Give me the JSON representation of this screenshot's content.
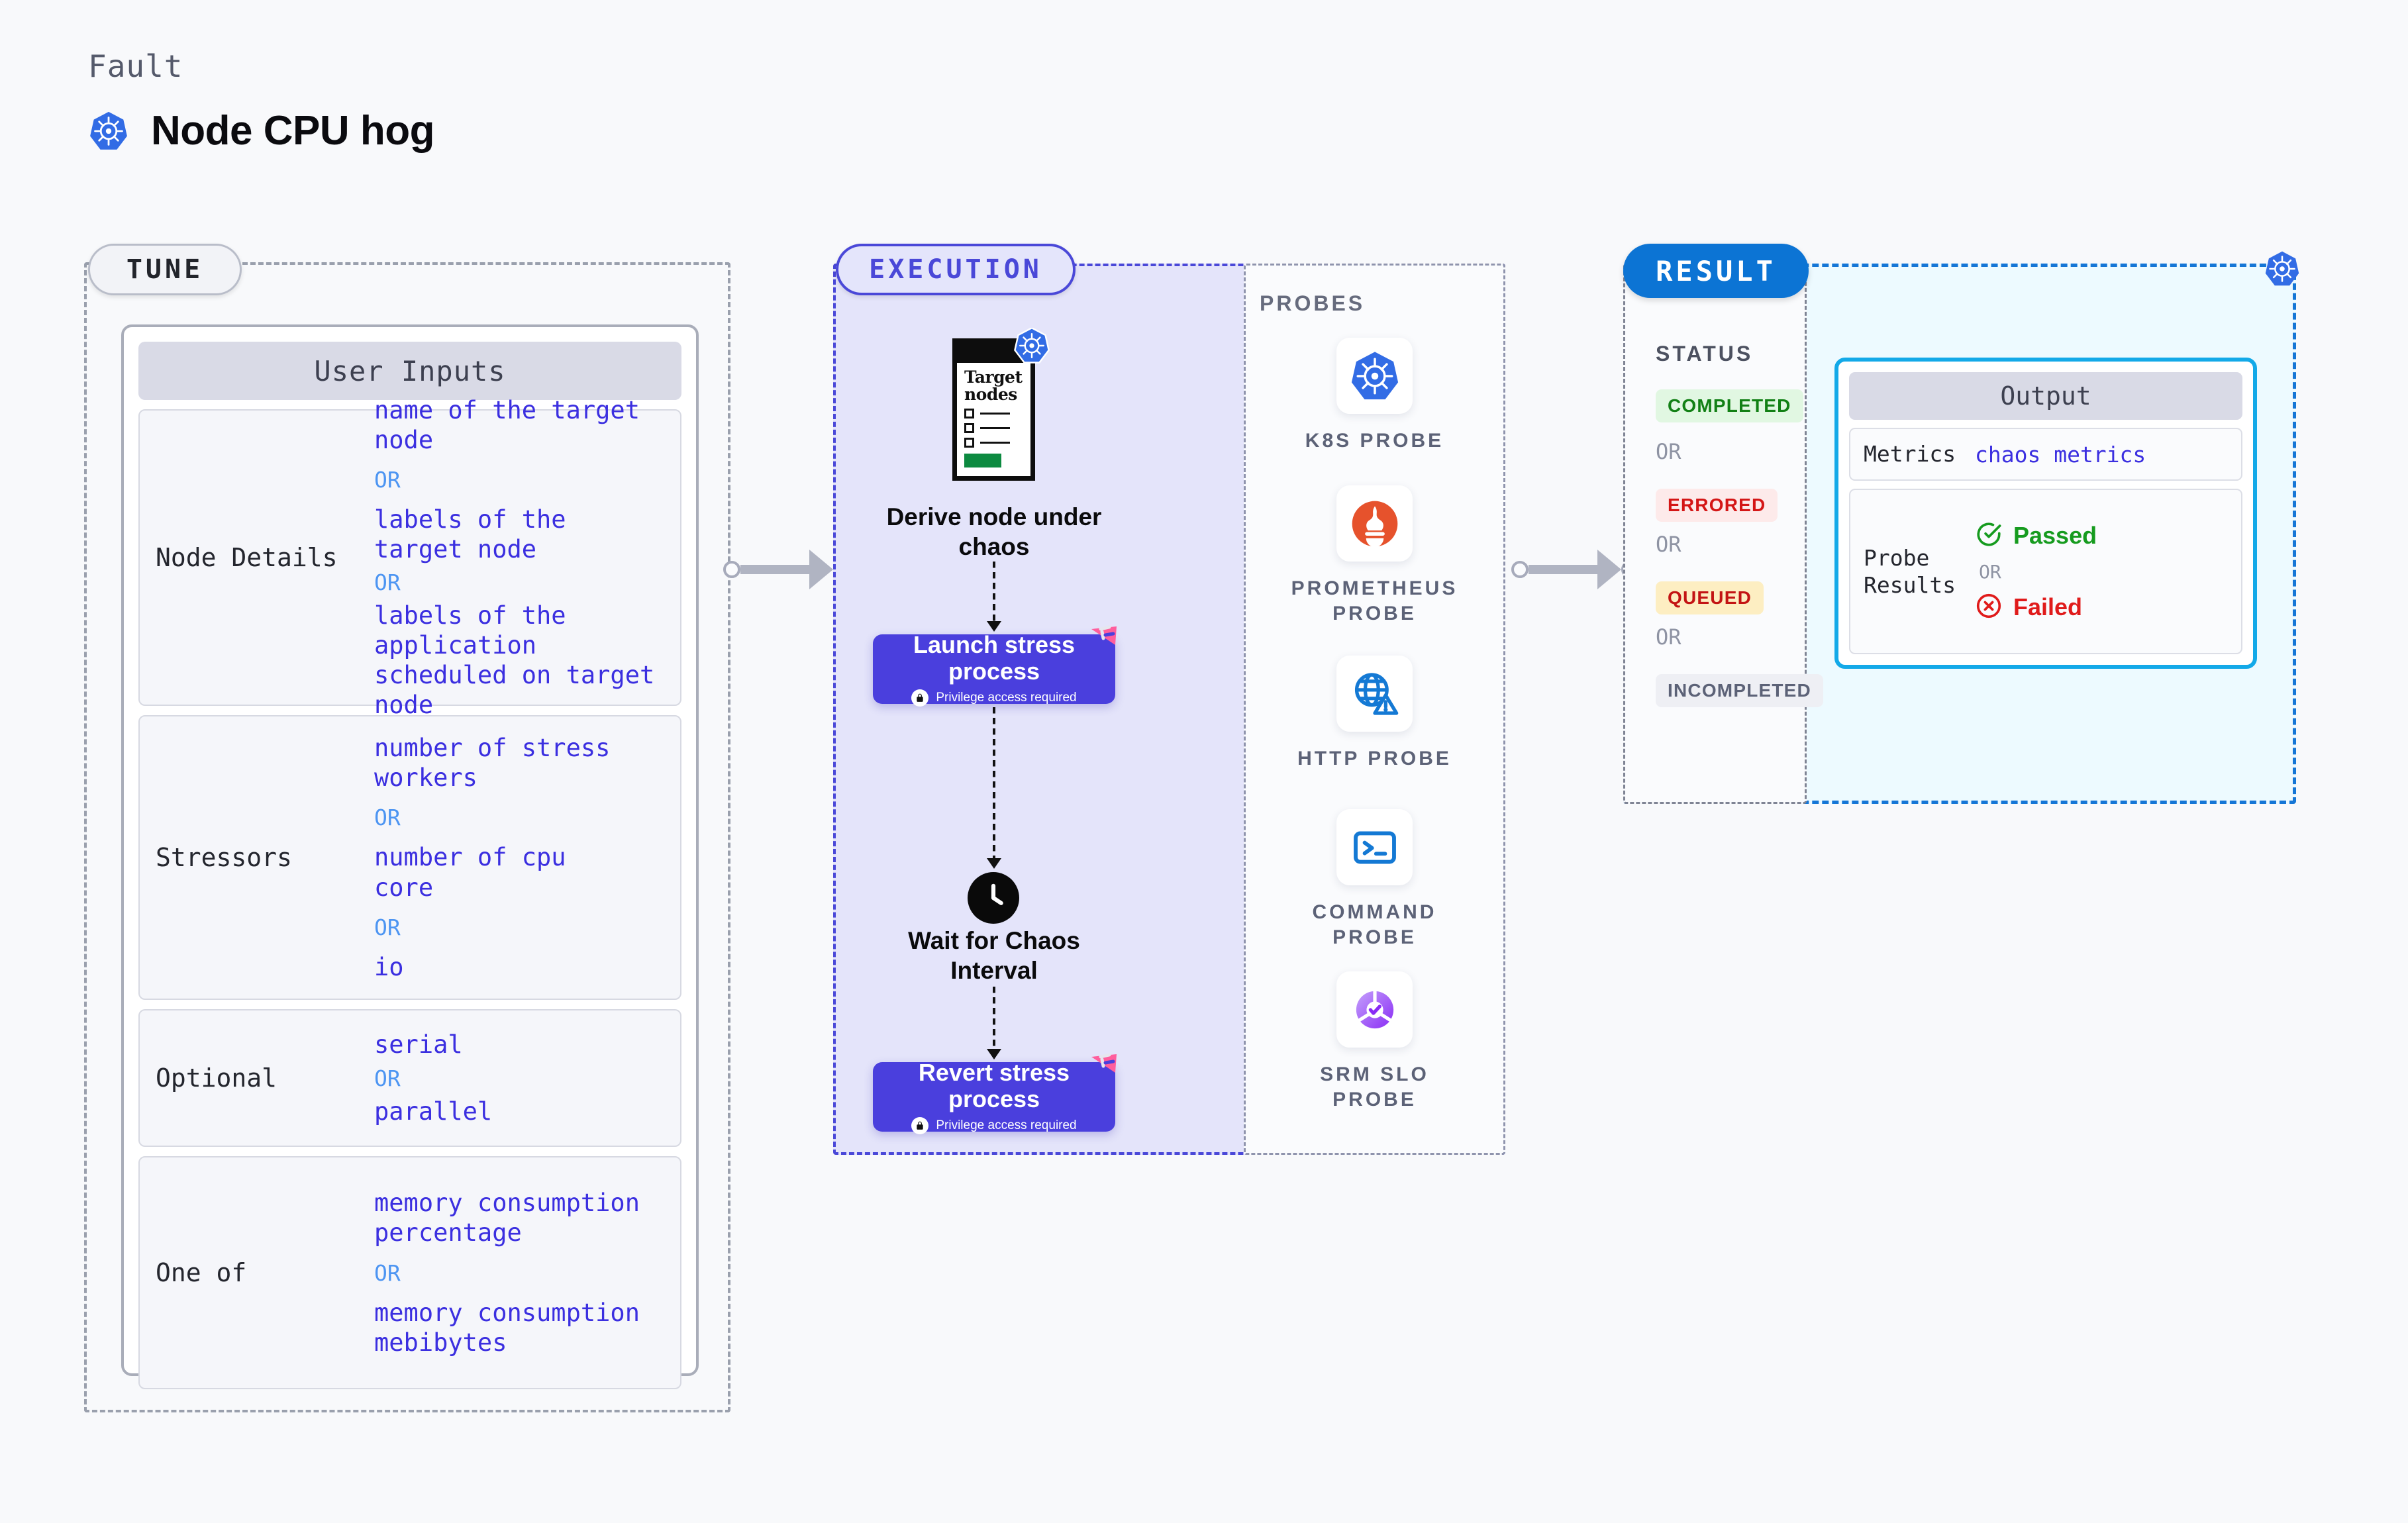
{
  "header": {
    "kicker": "Fault",
    "title": "Node CPU hog",
    "icon": "kubernetes-icon"
  },
  "tune": {
    "pill_label": "TUNE",
    "card_title": "User Inputs",
    "rows": [
      {
        "label": "Node Details",
        "values": [
          "name of the target\nnode",
          "labels of the\ntarget node",
          "labels of the application\n scheduled on target node"
        ],
        "separator": "OR"
      },
      {
        "label": "Stressors",
        "values": [
          "number of stress\nworkers",
          "number of cpu\ncore",
          "io"
        ],
        "separator": "OR"
      },
      {
        "label": "Optional",
        "values": [
          "serial",
          "parallel"
        ],
        "separator": "OR"
      },
      {
        "label": "One of",
        "values": [
          "memory consumption\npercentage",
          "memory consumption\nmebibytes"
        ],
        "separator": "OR"
      }
    ]
  },
  "execution": {
    "pill_label": "EXECUTION",
    "steps": [
      {
        "name": "derive-node",
        "caption": "Derive node under\nchaos",
        "card_title": "Target\nnodes",
        "icon": "kubernetes-icon"
      },
      {
        "name": "launch-stress",
        "title": "Launch stress\nprocess",
        "note": "Privilege access required",
        "badge": "harness-logo-icon",
        "lock": "lock-icon"
      },
      {
        "name": "wait-interval",
        "caption": "Wait for Chaos\nInterval",
        "icon": "clock-icon"
      },
      {
        "name": "revert-stress",
        "title": "Revert stress\nprocess",
        "note": "Privilege access required",
        "badge": "harness-logo-icon",
        "lock": "lock-icon"
      }
    ]
  },
  "probes": {
    "section_label": "PROBES",
    "items": [
      {
        "label": "K8S PROBE",
        "icon": "kubernetes-icon"
      },
      {
        "label": "PROMETHEUS\nPROBE",
        "icon": "prometheus-icon"
      },
      {
        "label": "HTTP PROBE",
        "icon": "globe-warning-icon"
      },
      {
        "label": "COMMAND\nPROBE",
        "icon": "terminal-icon"
      },
      {
        "label": "SRM SLO\nPROBE",
        "icon": "slo-donut-check-icon"
      }
    ]
  },
  "result": {
    "pill_label": "RESULT",
    "status_label": "STATUS",
    "separator": "OR",
    "statuses": [
      {
        "label": "COMPLETED",
        "bg": "#e1f7e2",
        "fg": "#128015"
      },
      {
        "label": "ERRORED",
        "bg": "#fdeaea",
        "fg": "#d41616"
      },
      {
        "label": "QUEUED",
        "bg": "#fdeec2",
        "fg": "#c31414"
      },
      {
        "label": "INCOMPLETED",
        "bg": "#eeeff4",
        "fg": "#5c6277"
      }
    ],
    "output": {
      "title": "Output",
      "metrics_label": "Metrics",
      "metrics_value": "chaos metrics",
      "probe_results_label": "Probe\nResults",
      "passed_label": "Passed",
      "failed_label": "Failed",
      "separator": "OR",
      "passed_icon": "check-circle-icon",
      "failed_icon": "x-circle-icon"
    },
    "corner_icon": "kubernetes-icon"
  },
  "colors": {
    "accent_purple": "#4a3fdd",
    "accent_blue": "#0c74d4",
    "accent_cyan": "#13a9e8",
    "value_text": "#3b2fe0",
    "or_text": "#4d95f2",
    "k8s_blue": "#326ce5",
    "harness_pink": "#ff5e9d"
  }
}
